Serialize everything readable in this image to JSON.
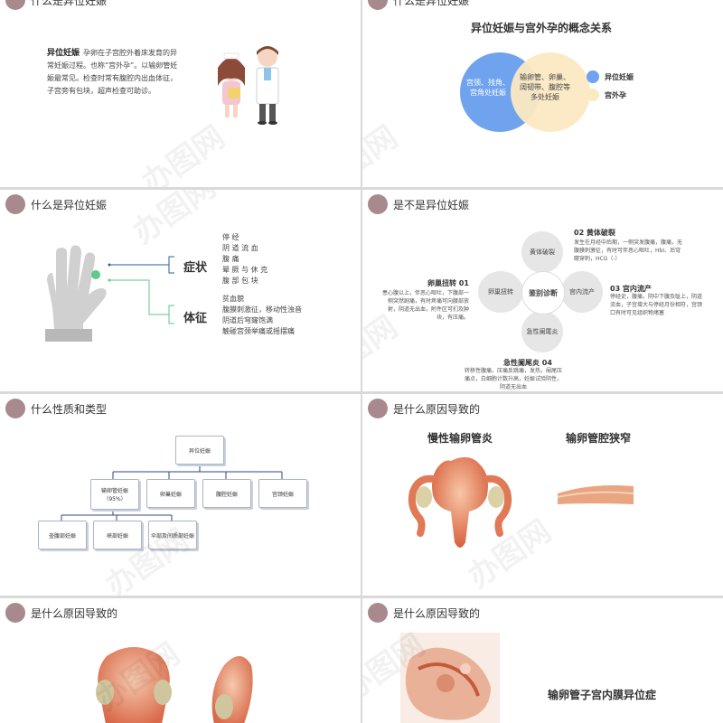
{
  "slides": {
    "s1": {
      "header": "什么是异位妊娠",
      "term": "异位妊娠",
      "body": "孕卵在子宫腔外着床发育的异常妊娠过程。也称“宫外孕”。以输卵管妊娠最常见。检查时常有腹腔内出血体征，子宫旁有包块，超声检查可助诊。"
    },
    "s2": {
      "header": "什么是异位妊娠",
      "title": "异位妊娠与宫外孕的概念关系",
      "blue_circle_text": "宫颈、残角、宫角处妊娠",
      "overlap_text": "输卵管、卵巢、阔韧带、腹腔等多处妊娠",
      "legend": [
        {
          "label": "异位妊娠",
          "color": "#6fa3ee"
        },
        {
          "label": "宫外孕",
          "color": "#fbe9c2"
        }
      ]
    },
    "s3": {
      "header": "什么是异位妊娠",
      "symptom_label": "症状",
      "symptoms": [
        "停 经",
        "阴 道 流 血",
        "腹 痛",
        "晕 厥 与 休 克",
        "腹 部 包 块"
      ],
      "sign_label": "体征",
      "signs": [
        "贫血貌",
        "腹膜刺激征，移动性浊音",
        "阴道后穹窿饱满",
        "触碰宫颈举痛或摇摆痛"
      ]
    },
    "s4": {
      "header": "是不是异位妊娠",
      "center": "鉴别诊断",
      "petals": [
        "黄体破裂",
        "宫内流产",
        "急性阑尾炎",
        "卵巢扭转"
      ],
      "c1_title": "卵巢扭转 01",
      "c1_text": "患心腹以上，伴恶心呕吐，下腹部一侧突然剧痛，有时疼痛可向腰部放射，阴道无出血，附件区可扪及肿块，有压痛。",
      "c2_title": "02  黄体破裂",
      "c2_text": "发生在月经中后期，一侧突发腹痛，腹痛，无腹膜刺激征，有时可伴恶心呕吐，HbⅠ、后穹窿穿刺，HCG（-）",
      "c3_title": "03  宫内流产",
      "c3_text": "停经史，腹痛，阴中下腹及耻上，阴道流血，子宫增大与停经月份相符，宫颈口有时可见组织物堵塞",
      "c4_title": "急性阑尾炎 04",
      "c4_text": "转移性腹痛，压痛反跳痛，发热，阑尾压痛点，白细胞计数升高，妊娠试验阴性，阴道无出血"
    },
    "s5": {
      "header": "什么性质和类型",
      "root": "异位妊娠",
      "level1": [
        "输卵管妊娠（95%）",
        "卵巢妊娠",
        "腹腔妊娠",
        "宫颈妊娠"
      ],
      "level2": [
        "壶腹部妊娠",
        "峡部妊娠",
        "伞部及间质部妊娠"
      ]
    },
    "s6": {
      "header": "是什么原因导致的",
      "left_title": "慢性输卵管炎",
      "right_title": "输卵管腔狭窄"
    },
    "s7": {
      "header": "是什么原因导致的"
    },
    "s8": {
      "header": "是什么原因导致的",
      "title": "输卵管子宫内膜异位症"
    }
  }
}
